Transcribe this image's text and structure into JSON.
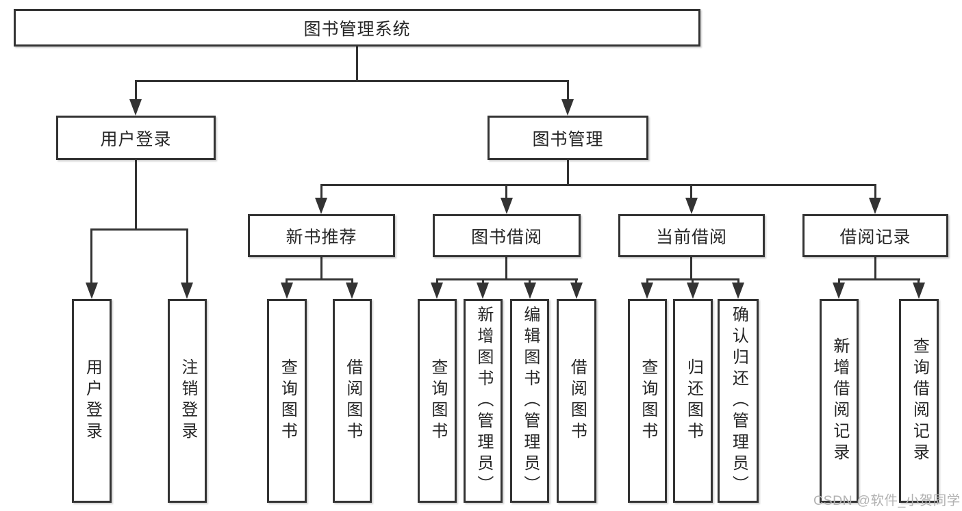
{
  "diagram": {
    "root": "图书管理系统",
    "branches": {
      "user_login": "用户登录",
      "book_mgmt": "图书管理"
    },
    "modules": {
      "new_book_rec": "新书推荐",
      "book_borrow": "图书借阅",
      "current_borrow": "当前借阅",
      "borrow_records": "借阅记录"
    },
    "leaves": {
      "user_login": "用户登录",
      "logout": "注销登录",
      "rec_query_book": "查询图书",
      "rec_borrow_book": "借阅图书",
      "bb_query_book": "查询图书",
      "bb_add_book": "新增图书（管理员）",
      "bb_edit_book": "编辑图书（管理员）",
      "bb_borrow_book": "借阅图书",
      "cb_query_book": "查询图书",
      "cb_return_book": "归还图书",
      "cb_confirm_return": "确认归还（管理员）",
      "br_add_record": "新增借阅记录",
      "br_query_record": "查询借阅记录"
    }
  },
  "watermark": "CSDN @软件_小贺同学",
  "colors": {
    "line": "#333333",
    "text": "#262626",
    "watermark": "#b2b2b2",
    "background": "#ffffff"
  }
}
